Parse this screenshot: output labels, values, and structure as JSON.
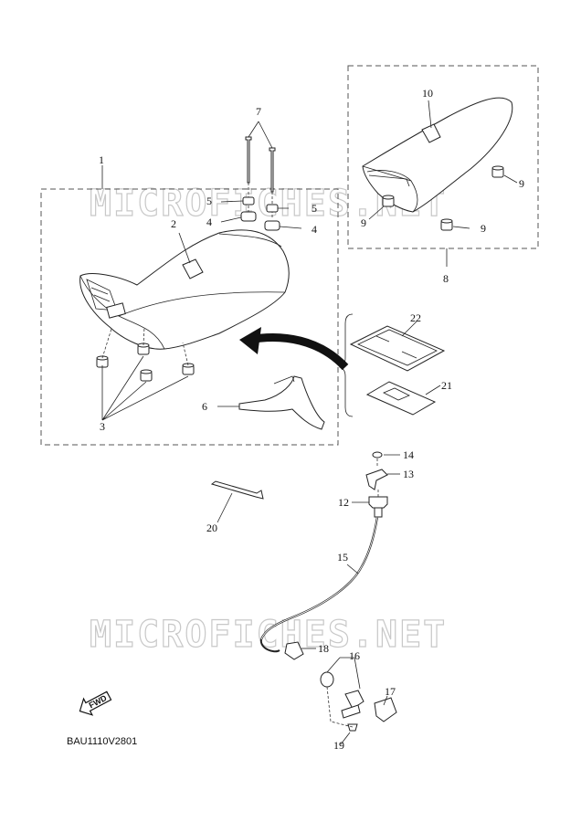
{
  "watermark": "MICROFICHES.NET",
  "diagram_code": "BAU1110V2801",
  "direction_label": "FWD",
  "callouts": {
    "c1": "1",
    "c2": "2",
    "c3": "3",
    "c4a": "4",
    "c4b": "4",
    "c5a": "5",
    "c5b": "5",
    "c6": "6",
    "c7": "7",
    "c8": "8",
    "c9a": "9",
    "c9b": "9",
    "c9c": "9",
    "c10": "10",
    "c12": "12",
    "c13": "13",
    "c14": "14",
    "c15": "15",
    "c16": "16",
    "c17": "17",
    "c18": "18",
    "c19": "19",
    "c20": "20",
    "c21": "21",
    "c22": "22"
  }
}
